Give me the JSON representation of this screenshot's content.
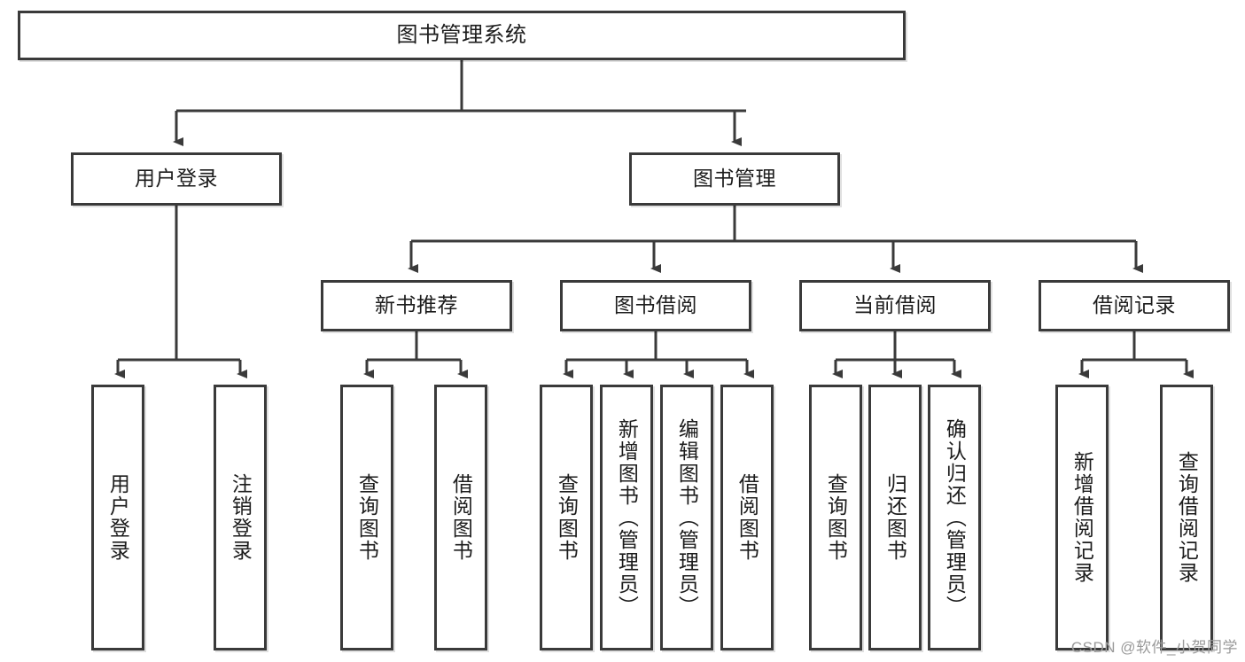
{
  "diagram": {
    "title": "图书管理系统",
    "type": "tree-hierarchy",
    "watermark": "CSDN @软件_小贺同学",
    "colors": {
      "border": "#3a3a3a",
      "text": "#1c1c1c",
      "background": "#ffffff",
      "watermark": "#9a9a9a"
    },
    "nodes": {
      "root": {
        "label": "图书管理系统"
      },
      "level2": [
        {
          "id": "user-login",
          "label": "用户登录"
        },
        {
          "id": "book-manage",
          "label": "图书管理"
        }
      ],
      "level3": [
        {
          "id": "new-book-recommend",
          "label": "新书推荐"
        },
        {
          "id": "book-borrow",
          "label": "图书借阅"
        },
        {
          "id": "current-borrow",
          "label": "当前借阅"
        },
        {
          "id": "borrow-record",
          "label": "借阅记录"
        }
      ],
      "leaves": {
        "user-login": [
          {
            "id": "leaf-user-login",
            "label": "用户登录"
          },
          {
            "id": "leaf-user-logout",
            "label": "注销登录"
          }
        ],
        "new-book-recommend": [
          {
            "id": "leaf-query-book-1",
            "label": "查询图书"
          },
          {
            "id": "leaf-borrow-book-1",
            "label": "借阅图书"
          }
        ],
        "book-borrow": [
          {
            "id": "leaf-query-book-2",
            "label": "查询图书"
          },
          {
            "id": "leaf-add-book",
            "label": "新增图书（管理员）"
          },
          {
            "id": "leaf-edit-book",
            "label": "编辑图书（管理员）"
          },
          {
            "id": "leaf-borrow-book-2",
            "label": "借阅图书"
          }
        ],
        "current-borrow": [
          {
            "id": "leaf-query-book-3",
            "label": "查询图书"
          },
          {
            "id": "leaf-return-book",
            "label": "归还图书"
          },
          {
            "id": "leaf-confirm-return",
            "label": "确认归还（管理员）"
          }
        ],
        "borrow-record": [
          {
            "id": "leaf-add-record",
            "label": "新增借阅记录"
          },
          {
            "id": "leaf-query-record",
            "label": "查询借阅记录"
          }
        ]
      }
    }
  }
}
